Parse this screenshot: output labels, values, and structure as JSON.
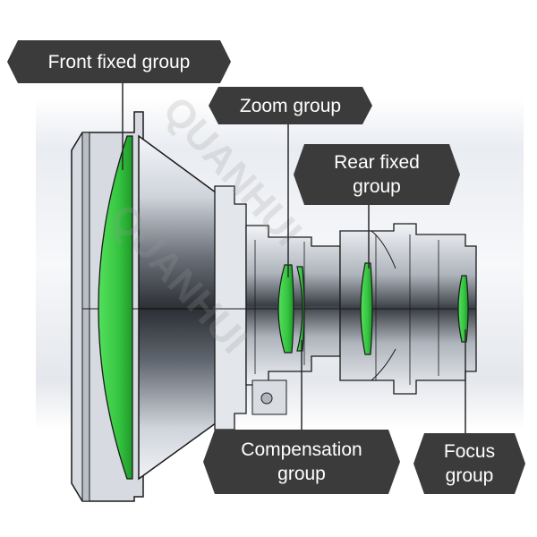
{
  "colors": {
    "label_bg": "#3b3b3b",
    "label_text": "#ffffff",
    "lens_green": "#3ccf46",
    "lens_green_dark": "#1f8f2a",
    "metal_light": "#e6e9ee",
    "metal_dark": "#2e3136",
    "outline": "#1a1a1a",
    "watermark": "#9a9a9a"
  },
  "labels": {
    "front_fixed": {
      "lines": [
        "Front fixed group"
      ]
    },
    "zoom": {
      "lines": [
        "Zoom group"
      ]
    },
    "rear_fixed": {
      "lines": [
        "Rear fixed",
        "group"
      ]
    },
    "compensation": {
      "lines": [
        "Compensation",
        "group"
      ]
    },
    "focus": {
      "lines": [
        "Focus",
        "group"
      ]
    }
  },
  "watermark": {
    "lines": [
      "QUANHUI",
      "QUANHUI"
    ]
  }
}
